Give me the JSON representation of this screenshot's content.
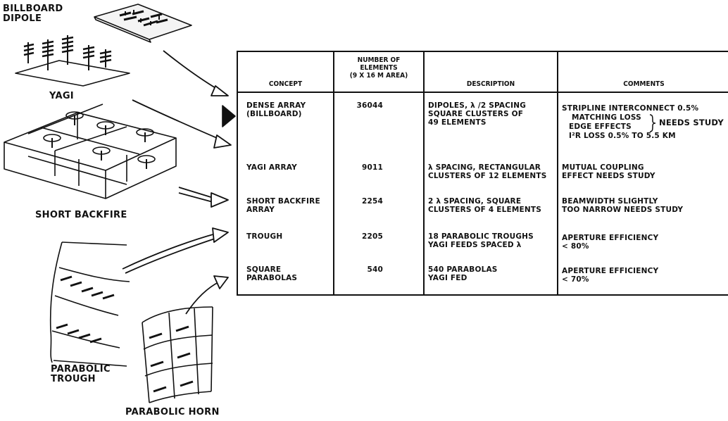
{
  "labels": {
    "billboard_dipole": "BILLBOARD\nDIPOLE",
    "yagi": "YAGI",
    "short_backfire": "SHORT BACKFIRE",
    "parabolic_trough": "PARABOLIC\nTROUGH",
    "parabolic_horn": "PARABOLIC HORN"
  },
  "table": {
    "headers": {
      "concept": "CONCEPT",
      "number_of_elements": "NUMBER OF\nELEMENTS\n(9 X 16 M AREA)",
      "description": "DESCRIPTION",
      "comments": "COMMENTS"
    },
    "rows": [
      {
        "concept": "DENSE ARRAY\n(BILLBOARD)",
        "elements": "36044",
        "description": "DIPOLES, λ /2 SPACING\nSQUARE CLUSTERS OF\n49 ELEMENTS",
        "comments": "STRIPLINE INTERCONNECT 0.5%",
        "comments_sub": [
          "MATCHING LOSS",
          "EDGE EFFECTS",
          "I²R LOSS   0.5% TO 5.5 KM"
        ],
        "comments_brace": "NEEDS STUDY"
      },
      {
        "concept": "YAGI ARRAY",
        "elements": "9011",
        "description": "λ SPACING, RECTANGULAR\nCLUSTERS OF 12 ELEMENTS",
        "comments": "MUTUAL COUPLING\nEFFECT NEEDS STUDY"
      },
      {
        "concept": "SHORT BACKFIRE\nARRAY",
        "elements": "2254",
        "description": "2 λ SPACING, SQUARE\nCLUSTERS OF 4 ELEMENTS",
        "comments": "BEAMWIDTH SLIGHTLY\nTOO NARROW NEEDS STUDY"
      },
      {
        "concept": "TROUGH",
        "elements": "2205",
        "description": "18 PARABOLIC TROUGHS\nYAGI FEEDS SPACED λ",
        "comments": "APERTURE EFFICIENCY\n< 80%"
      },
      {
        "concept": "SQUARE\nPARABOLAS",
        "elements": "540",
        "description": "540 PARABOLAS\nYAGI FED",
        "comments": "APERTURE EFFICIENCY\n< 70%"
      }
    ]
  }
}
